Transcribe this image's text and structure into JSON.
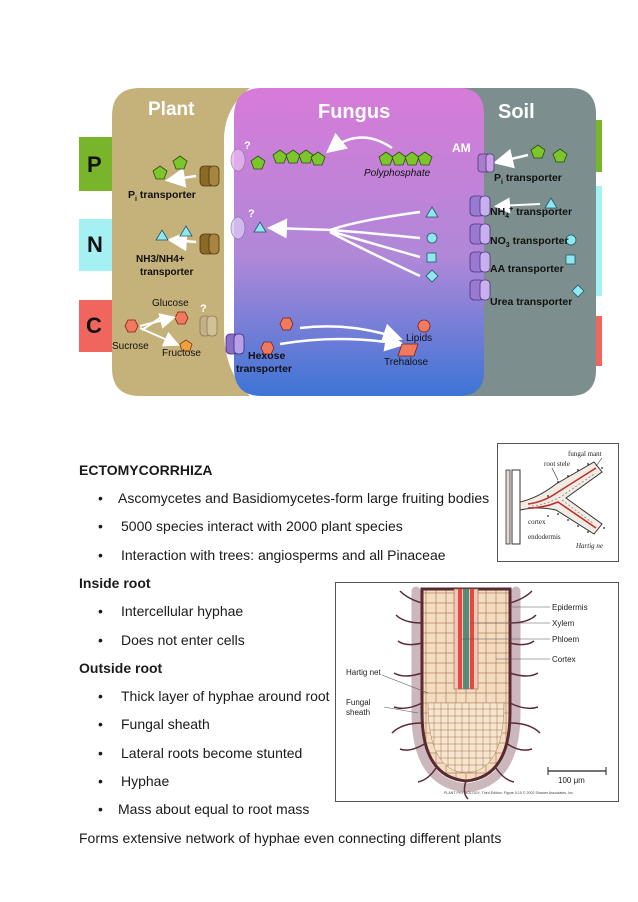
{
  "diagram": {
    "regions": {
      "plant": "Plant",
      "fungus": "Fungus",
      "soil": "Soil"
    },
    "nutrients": {
      "p": "P",
      "n": "N",
      "c": "C"
    },
    "labels": {
      "am": "AM",
      "polyphosphate": "Polyphosphate",
      "pi_transporter_plant_main": "P",
      "pi_transporter_plant_sub": "i",
      "pi_transporter_plant_rest": " transporter",
      "pi_transporter_soil_main": "P",
      "pi_transporter_soil_sub": "i",
      "pi_transporter_soil_rest": " transporter",
      "nh4_transporter_main": "NH",
      "nh4_transporter_sub": "4",
      "nh4_transporter_sup": "+",
      "nh4_transporter_rest": " transporter",
      "no3_transporter_main": "NO",
      "no3_transporter_sub": "3",
      "no3_transporter_rest": " transporter",
      "aa_transporter": "AA transporter",
      "urea_transporter": "Urea transporter",
      "nh3_line1": "NH3/NH4+",
      "nh3_line2": "transporter",
      "glucose": "Glucose",
      "sucrose": "Sucrose",
      "fructose": "Fructose",
      "hexose_line1": "Hexose",
      "hexose_line2": "transporter",
      "lipids": "Lipids",
      "trehalose": "Trehalose",
      "question": "?"
    },
    "colors": {
      "plant": "#c4b07a",
      "fungus": "#d27cd6",
      "soil": "#7a8f8f",
      "p_band": "#79b52a",
      "n_band": "#9ff0f4",
      "c_band": "#f0645c"
    }
  },
  "inset1": {
    "labels": {
      "fungal_mantle": "fungal mant",
      "root_stele": "root stele",
      "cortex": "cortex",
      "endodermis": "endodermis",
      "hartig_net": "Hartig ne"
    }
  },
  "inset2": {
    "labels": {
      "epidermis": "Epidermis",
      "xylem": "Xylem",
      "phloem": "Phloem",
      "cortex": "Cortex",
      "hartig_net": "Hartig net",
      "fungal_sheath_1": "Fungal",
      "fungal_sheath_2": "sheath",
      "scale": "100 μm",
      "credit": "PLANT PHYSIOLOGY, Third Edition, Figure 5.15 © 2002 Sinauer Associates, Inc."
    }
  },
  "text": {
    "heading": "ECTOMYCORRHIZA",
    "bullets_a": [
      "Ascomycetes and Basidiomycetes-form large fruiting bodies",
      "5000 species interact with 2000 plant species",
      "Interaction with trees: angiosperms and all Pinaceae"
    ],
    "inside_root": "Inside root",
    "bullets_b": [
      "Intercellular hyphae",
      "Does not enter cells"
    ],
    "outside_root": "Outside root",
    "bullets_c": [
      "Thick layer of hyphae around root",
      "Fungal sheath",
      "Lateral roots become stunted",
      "Hyphae",
      "Mass about equal to root mass"
    ],
    "closing": "Forms extensive network of hyphae even connecting different plants",
    "bullet_symbol": "•"
  }
}
